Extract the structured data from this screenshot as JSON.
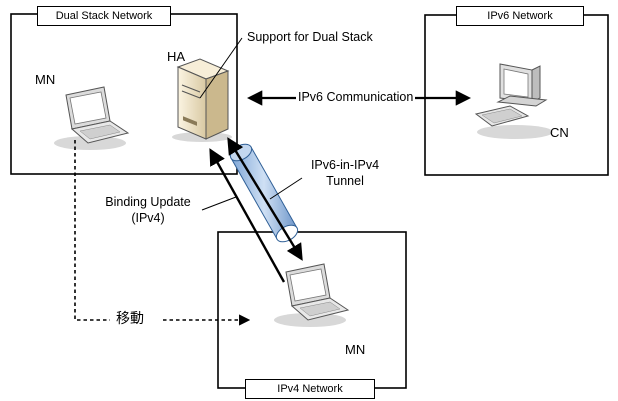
{
  "networks": {
    "dual_stack": "Dual Stack Network",
    "ipv6": "IPv6 Network",
    "ipv4": "IPv4 Network"
  },
  "nodes": {
    "mn_home": "MN",
    "ha": "HA",
    "cn": "CN",
    "mn_foreign": "MN"
  },
  "annotations": {
    "support_dual_stack": "Support for Dual Stack",
    "ipv6_communication": "IPv6 Communication",
    "tunnel_line1": "IPv6-in-IPv4",
    "tunnel_line2": "Tunnel",
    "binding_line1": "Binding Update",
    "binding_line2": "(IPv4)",
    "move": "移動"
  },
  "colors": {
    "line": "#000000",
    "tunnel_fill": "#a9c4e6",
    "tunnel_stroke": "#2f5f96",
    "server_body": "#f2e6c9",
    "laptop_body": "#e6e6e6",
    "screen": "#ffffff"
  },
  "icons": [
    "laptop-icon",
    "server-icon",
    "desktop-computer-icon"
  ]
}
